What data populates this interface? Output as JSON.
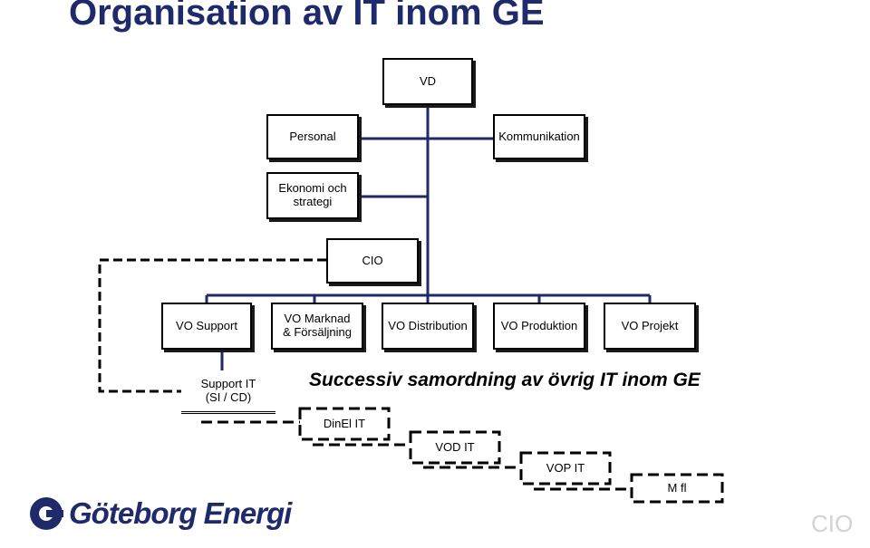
{
  "title": "Organisation av IT inom GE",
  "boxes": {
    "vd": "VD",
    "personal": "Personal",
    "kommunikation": "Kommunikation",
    "ekonomi": "Ekonomi och\nstrategi",
    "cio": "CIO",
    "vo_support": "VO Support",
    "vo_marknad": "VO Marknad\n& Försäljning",
    "vo_distribution": "VO Distribution",
    "vo_produktion": "VO Produktion",
    "vo_projekt": "VO Projekt",
    "support_it": "Support IT\n(SI / CD)",
    "dinel_it": "DinEl IT",
    "vod_it": "VOD IT",
    "vop_it": "VOP IT",
    "m_fl": "M fl"
  },
  "subtitle": "Successiv samordning av övrig IT inom GE",
  "logo": {
    "text": "Göteborg Energi",
    "icon": "goteborg-energi-logo-icon"
  },
  "corner_label": "CIO",
  "colors": {
    "title": "#1f2a6b",
    "connector": "#1f2a6b",
    "box_border": "#000000",
    "corner": "#d3d3d3"
  }
}
